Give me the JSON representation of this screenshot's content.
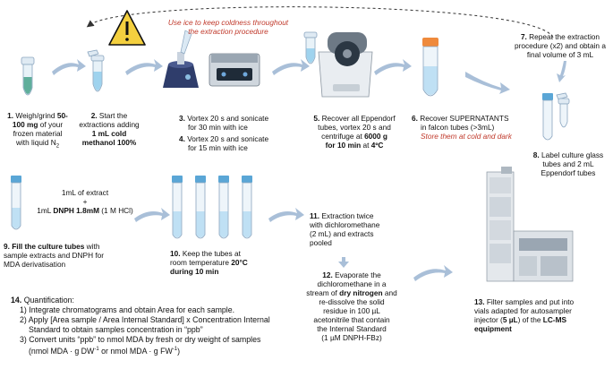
{
  "warning_note": [
    "Use ice to keep coldness throughout",
    "the extraction procedure"
  ],
  "steps": {
    "s1": {
      "num": "1.",
      "l1a": "Weigh/grind ",
      "l1b": "50-",
      "l2": "100 mg",
      "l2b": " of your",
      "l3": "frozen material",
      "l4": "with liquid N",
      "l4sub": "2"
    },
    "s2": {
      "num": "2.",
      "l1": "Start the",
      "l2": "extractions adding",
      "l3": "1 mL cold",
      "l4": "methanol 100%"
    },
    "s3": {
      "num": "3.",
      "l1": "Vortex 20 s and sonicate",
      "l2": "for 30 min with ice"
    },
    "s4": {
      "num": "4.",
      "l1": "Vortex 20 s and sonicate",
      "l2": "for 15 min with ice"
    },
    "s5": {
      "num": "5.",
      "l1": "Recover all Eppendorf",
      "l2": "tubes, vortex 20 s and",
      "l3a": "centrifuge at ",
      "l3b": "6000 g",
      "l4": "for 10 min",
      "l4b": " at ",
      "l4c": "4ºC"
    },
    "s6": {
      "num": "6.",
      "l1": "Recover SUPERNATANTS",
      "l2": "in falcon tubes (>3mL)",
      "l3": "Store them at cold and dark"
    },
    "s7": {
      "num": "7.",
      "l1": "Repeat the extraction",
      "l2": "procedure (x2) and obtain a",
      "l3": "final volume of 3 mL"
    },
    "s8": {
      "num": "8.",
      "l1": "Label culture glass",
      "l2": "tubes  and 2 mL",
      "l3": "Eppendorf tubes"
    },
    "s9": {
      "num": "9.",
      "l1": "Fill the culture tubes",
      "l1b": " with",
      "l2": "sample extracts and DNPH for",
      "l3": "MDA derivatisation",
      "mix1": "1mL of extract",
      "plus": "+",
      "mix2a": "1mL ",
      "mix2b": "DNPH 1.8mM",
      "mix2c": " (1 M HCl)"
    },
    "s10": {
      "num": "10.",
      "l1": "Keep the tubes at",
      "l2": "room temperature ",
      "l2b": "20°C",
      "l3": "during 10 min"
    },
    "s11": {
      "num": "11.",
      "l1": "Extraction twice",
      "l2": "with dichloromethane",
      "l3": "(2 mL) and extracts",
      "l4": "pooled"
    },
    "s12": {
      "num": "12.",
      "l1": "Evaporate the",
      "l2": "dichloromethane in a",
      "l3a": "stream of ",
      "l3b": "dry nitrogen",
      "l3c": " and",
      "l4": "re-dissolve the solid",
      "l5": "residue in 100 µL",
      "l6": "acetonitrile that contain",
      "l7": "the Internal Standard",
      "l8": "(1 µM DNPH-FBz)"
    },
    "s13": {
      "num": "13.",
      "l1": "Filter samples and put into",
      "l2": "vials adapted for autosampler",
      "l3a": "injector (",
      "l3b": "5 µL",
      "l3c": ") of the ",
      "l3d": "LC-MS",
      "l4": "equipment"
    },
    "s14": {
      "num": "14.",
      "title": "Quantification:",
      "i1": "1) Integrate chromatograms and obtain Area for each sample.",
      "i2": "2) Apply [Area sample / Area Internal Standard] x Concentration Internal",
      "i2b": "Standard to obtain samples concentration in “ppb”",
      "i3": "3) Convert units “ppb” to nmol MDA by fresh or dry weight of samples",
      "i3b": "(nmol MDA · g DW",
      "i3sup1": "-1",
      "i3c": " or nmol MDA · g FW",
      "i3sup2": "-1",
      "i3d": ")"
    }
  },
  "colors": {
    "arrow": "#a9bfd8",
    "tube_blue": "#5aa6d6",
    "liquid": "#bfe0f4",
    "green": "#5fae9b",
    "red": "#c0392b",
    "warn": "#f4d03f"
  }
}
